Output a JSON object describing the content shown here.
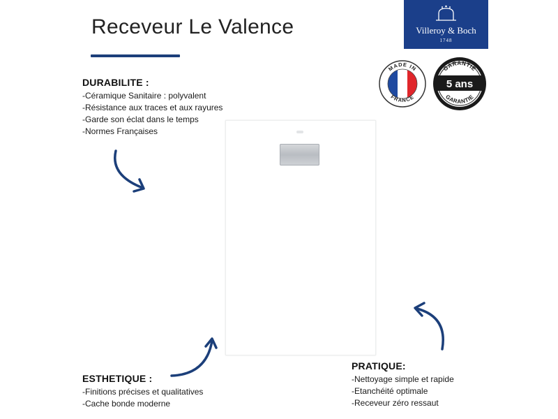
{
  "title": "Receveur Le Valence",
  "brand": {
    "name": "Villeroy & Boch",
    "year": "1748",
    "color": "#1b3f8a"
  },
  "badges": {
    "made_in": {
      "top_text": "MADE IN",
      "bottom_text": "FRANCE"
    },
    "garantie": {
      "top_text": "GARANTIE",
      "bottom_text": "GARANTIE",
      "center": "5 ans"
    }
  },
  "features": {
    "durabilite": {
      "heading": "DURABILITE :",
      "items": [
        "-Céramique Sanitaire : polyvalent",
        "-Résistance aux traces et aux rayures",
        "-Garde son éclat dans le temps",
        "-Normes Françaises"
      ]
    },
    "esthetique": {
      "heading": "ESTHETIQUE :",
      "items": [
        "-Finitions précises et qualitatives",
        "-Cache bonde moderne"
      ]
    },
    "pratique": {
      "heading": "PRATIQUE:",
      "items": [
        "-Nettoyage simple et rapide",
        "-Etanchéité optimale",
        "-Receveur zéro ressaut"
      ]
    }
  },
  "colors": {
    "accent_navy": "#1c3f7a",
    "flag_blue": "#1f4aa0",
    "flag_red": "#e0262b"
  }
}
